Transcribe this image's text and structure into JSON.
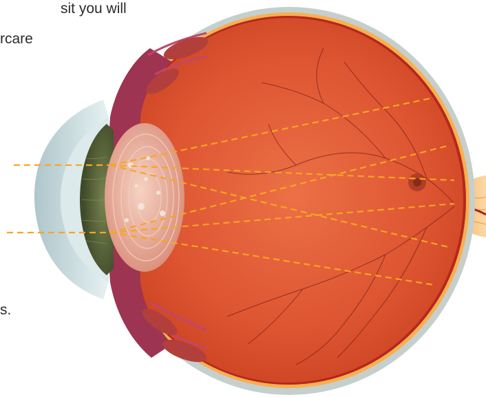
{
  "text_fragments": {
    "line1": "sit you will",
    "line2": "rcare",
    "line3": "s."
  },
  "colors": {
    "sclera": "#c9d3d2",
    "retina_yellow": "#f9b24f",
    "vitreous": "#d9512e",
    "choroid_red": "#b8271f",
    "ciliary_muscle": "#9b3352",
    "lens": "#e9a995",
    "iris_green": "#5c6a3c",
    "cornea": "#c3dbdf",
    "light_rays": "#f6a623",
    "optic_nerve": "#f7c27f"
  },
  "icons": {
    "eye_diagram": "eye-cross-section-icon"
  }
}
